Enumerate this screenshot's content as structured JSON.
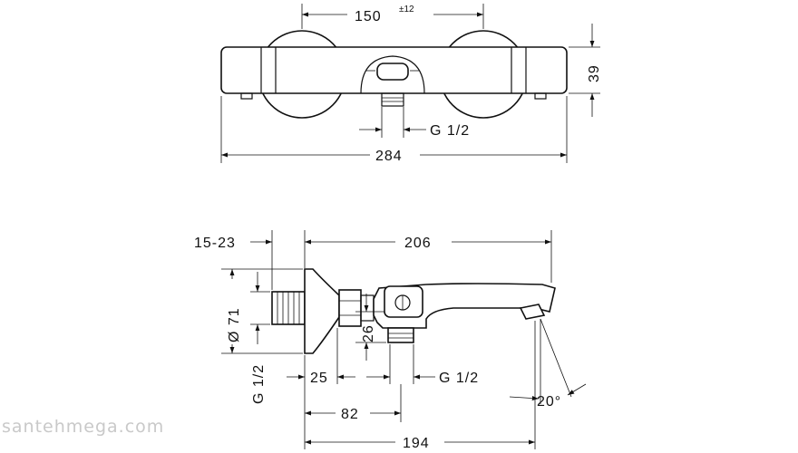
{
  "top_view": {
    "dim_width_150": "150",
    "dim_tolerance": "±12",
    "dim_height_39": "39",
    "dim_thread": "G 1/2",
    "dim_overall_284": "284"
  },
  "side_view": {
    "dim_wall_range": "15-23",
    "dim_206": "206",
    "dim_diameter_71": "Ø 71",
    "dim_26": "26",
    "dim_thread_left": "G 1/2",
    "dim_25": "25",
    "dim_thread_bottom": "G 1/2",
    "dim_82": "82",
    "dim_194": "194",
    "dim_angle": "20°"
  },
  "watermark": "santehmega.com"
}
